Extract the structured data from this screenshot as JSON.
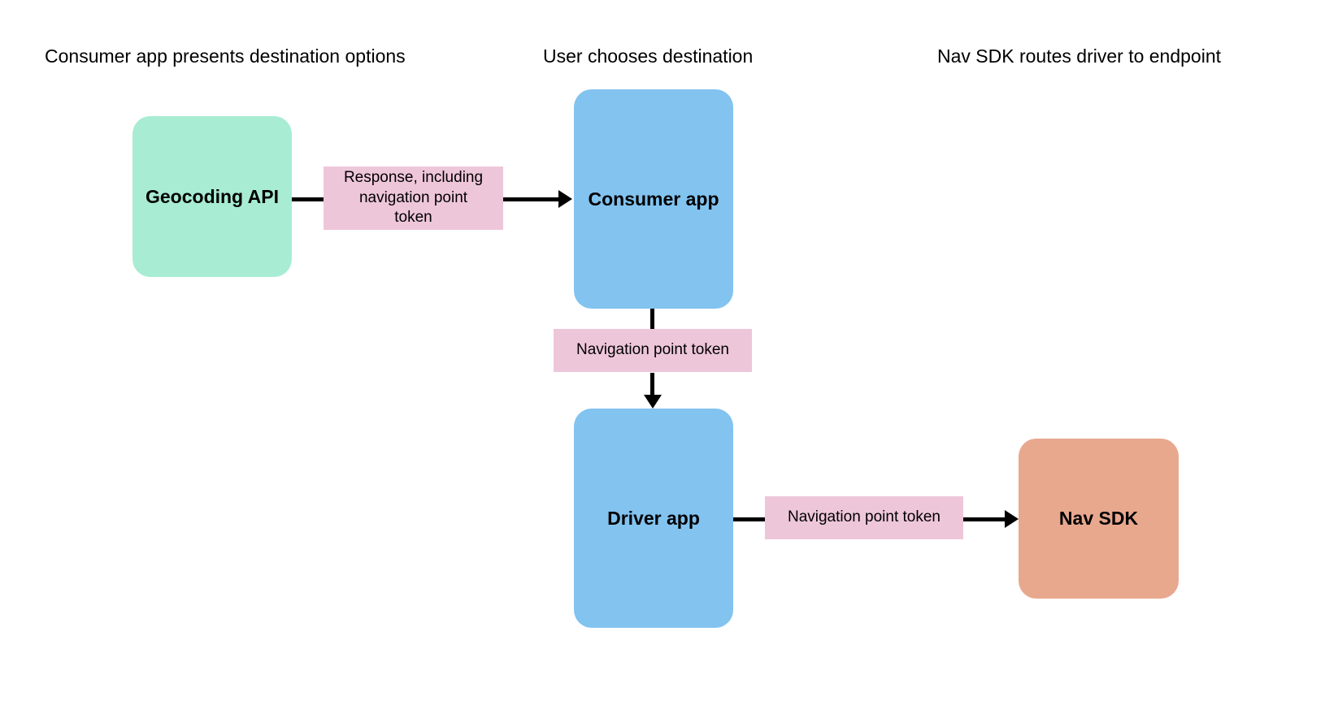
{
  "diagram": {
    "background": "#ffffff",
    "headers": [
      {
        "id": "col-1",
        "label": "Consumer app presents destination options"
      },
      {
        "id": "col-2",
        "label": "User chooses destination"
      },
      {
        "id": "col-3",
        "label": "Nav SDK routes driver to endpoint"
      }
    ],
    "nodes": [
      {
        "id": "geocoding-api",
        "label": "Geocoding API",
        "color": "#a8ecd4"
      },
      {
        "id": "consumer-app",
        "label": "Consumer app",
        "color": "#82c3f0"
      },
      {
        "id": "driver-app",
        "label": "Driver app",
        "color": "#82c3f0"
      },
      {
        "id": "nav-sdk",
        "label": "Nav SDK",
        "color": "#e8a88e"
      }
    ],
    "edges": [
      {
        "id": "geocoding-to-consumer",
        "from": "geocoding-api",
        "to": "consumer-app",
        "label": "Response, including\nnavigation point\ntoken",
        "label_color": "#eec6da",
        "direction": "right"
      },
      {
        "id": "consumer-to-driver",
        "from": "consumer-app",
        "to": "driver-app",
        "label": "Navigation point token",
        "label_color": "#eec6da",
        "direction": "down"
      },
      {
        "id": "driver-to-navsdk",
        "from": "driver-app",
        "to": "nav-sdk",
        "label": "Navigation point token",
        "label_color": "#eec6da",
        "direction": "right"
      }
    ]
  }
}
